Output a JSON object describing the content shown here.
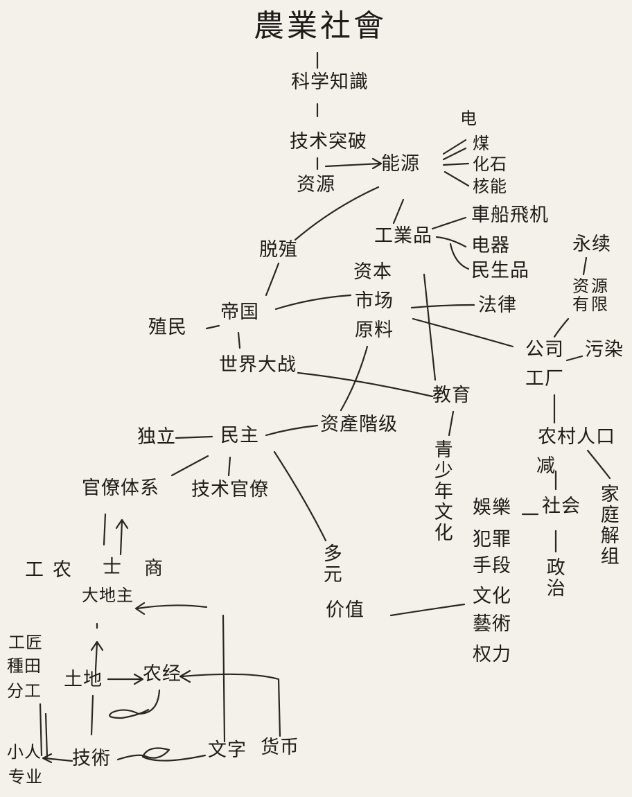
{
  "title": "農業社會",
  "nodes": {
    "kexue": "科学知識",
    "jishu_tupo": "技术突破",
    "ziyuan": "资源",
    "nengyuan": "能源",
    "dian": "电",
    "mei": "煤",
    "huashi": "化石",
    "hedian": "核能",
    "gongyepin": "工業品",
    "che_chuan_ji": "車船飛机",
    "dianqi": "电器",
    "minshengpin": "民生品",
    "zhimin": "殖民",
    "diguo": "帝国",
    "tuoli": "脱殖",
    "shijie_dazhan": "世界大战",
    "ziben": "资本",
    "shichang": "市场",
    "yuanliao": "原料",
    "falv": "法律",
    "yongxu": "永续",
    "ziyuan_youxian": "资源有限",
    "gongsi": "公司",
    "gongchang": "工厂",
    "wuran": "污染",
    "jiaoyu": "教育",
    "duli": "独立",
    "minzhu": "民主",
    "zichan_jieji": "资產階级",
    "guanliao": "官僚体系",
    "jishu_guanliao": "技术官僚",
    "gong": "工",
    "nong": "农",
    "shi": "士",
    "shang": "商",
    "dadizhu": "大地主",
    "gongjiang": "工匠",
    "zhongtian": "種田",
    "fengong": "分工",
    "tudi": "土地",
    "nongjing": "农经",
    "xiaoren": "小人",
    "zhuandian": "专业",
    "jishu": "技術",
    "wenzi": "文字",
    "huobi": "货币",
    "qingshaonian": "青少年文化",
    "duoyuan": "多元",
    "jiazhi": "价值",
    "yule": "娛樂",
    "fanzui": "犯罪",
    "shouduan": "手段",
    "wenhua": "文化",
    "yishu": "藝術",
    "quanli": "权力",
    "nongcun": "农村人口",
    "jianshao": "减",
    "shehui": "社会",
    "zhengzhi": "政治",
    "jiating": "家庭解组"
  }
}
